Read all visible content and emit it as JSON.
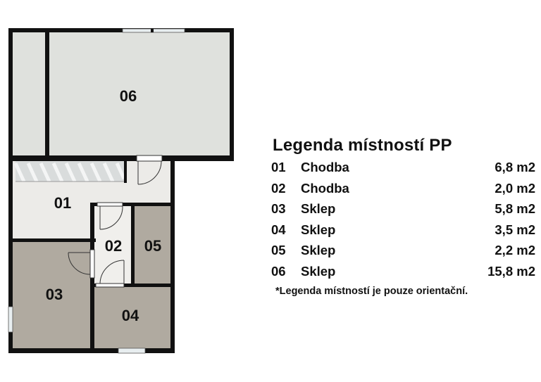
{
  "floor_plan": {
    "rooms": [
      {
        "id": "06",
        "label": "06"
      },
      {
        "id": "01",
        "label": "01"
      },
      {
        "id": "02",
        "label": "02"
      },
      {
        "id": "05",
        "label": "05"
      },
      {
        "id": "03",
        "label": "03"
      },
      {
        "id": "04",
        "label": "04"
      }
    ],
    "colors": {
      "wall": "#111111",
      "room_06": "#dfe1dd",
      "room_01": "#ecebe8",
      "room_02": "#f0efec",
      "room_basement": "#b0aaa0",
      "stairs": "#d9dcdc",
      "window": "#e8eef0"
    }
  },
  "legend": {
    "title": "Legenda místností PP",
    "rows": [
      {
        "num": "01",
        "name": "Chodba",
        "area": "6,8 m2"
      },
      {
        "num": "02",
        "name": "Chodba",
        "area": "2,0 m2"
      },
      {
        "num": "03",
        "name": "Sklep",
        "area": "5,8 m2"
      },
      {
        "num": "04",
        "name": "Sklep",
        "area": "3,5 m2"
      },
      {
        "num": "05",
        "name": "Sklep",
        "area": "2,2 m2"
      },
      {
        "num": "06",
        "name": "Sklep",
        "area": "15,8 m2"
      }
    ],
    "note": "*Legenda místností je pouze orientační."
  }
}
